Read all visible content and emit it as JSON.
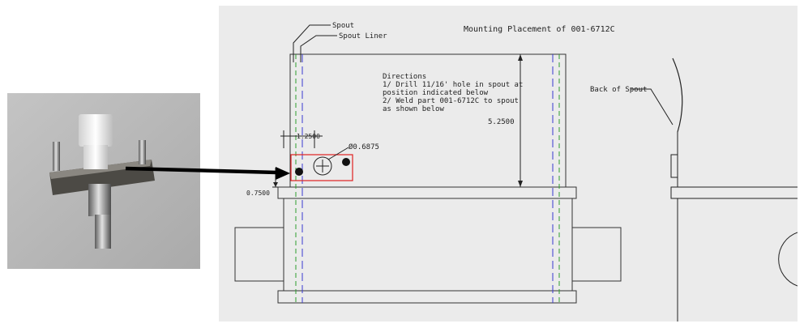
{
  "drawing": {
    "title": "Mounting Placement of 001-6712C",
    "leaders": {
      "spout": "Spout",
      "spout_liner": "Spout Liner",
      "back_of_spout": "Back of Spout"
    },
    "directions": {
      "heading": "Directions",
      "line1": "1/ Drill 11/16' hole in spout at",
      "line2": "position indicated below",
      "line3": "2/ Weld part 001-6712C to spout",
      "line4": "as shown below"
    },
    "dimensions": {
      "hole_diameter": "Ø0.6875",
      "hole_offset_x": "1.2500",
      "height_from_rail": "0.7500",
      "spout_height": "5.2500"
    }
  },
  "photo": {
    "subject": "001-6712C fitting",
    "arrow_color": "#000000",
    "highlight_color": "#e02020"
  }
}
